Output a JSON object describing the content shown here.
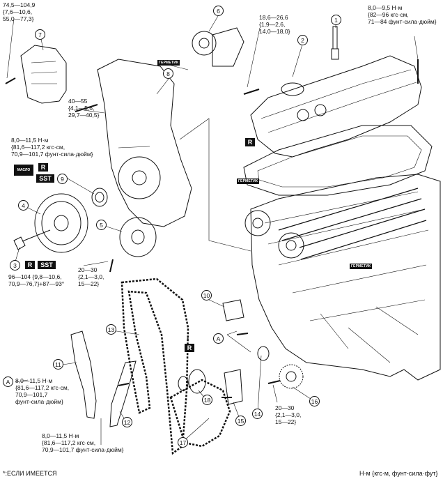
{
  "callouts": {
    "n1": "1",
    "n2": "2",
    "n3": "3",
    "n4": "4",
    "n5": "5",
    "n6": "6",
    "n7": "7",
    "n8": "8",
    "n9": "9",
    "n10": "10",
    "n11": "11",
    "n12": "12",
    "n13": "13",
    "n14": "14",
    "n15": "15",
    "n16": "16",
    "n17": "17",
    "n18": "18",
    "a1": "A",
    "a2": "A"
  },
  "torques": {
    "t_mount": "74,5—104,9\n{7,6—10,6,\n55,0—77,3}",
    "t_tensioner_bolt": "18,6—26,6\n{1,9—2,6,\n14,0—18,0}",
    "t_cover_top": "8,0—9,5 Н·м\n{82—96 кгс·см,\n71—84 фунт-сила·дюйм}",
    "t_front_bolt": "40—55\n{4,1—5,6,\n29,7—40,5}",
    "t_front_cover": "8,0—11,5 Н·м\n{81,6—117,2 кгс·см,\n70,9—101,7 фунт-сила·дюйм}",
    "t_pulley": "96—104 {9,8—10,6,\n70,9—76,7}+87—93°",
    "t_idler": "20—30\n{2,1—3,0,\n15—22}",
    "t_guide_a": "8,0—11,5 Н·м\n{81,6—117,2 кгс·см,\n70,9—101,7\nфунт-сила·дюйм}",
    "t_guide_12": "8,0—11,5 Н·м\n{81,6—117,2 кгс·см,\n70,9—101,7 фунт-сила·дюйм}",
    "t_sprocket": "20—30\n{2,1—3,0,\n15—22}"
  },
  "marks": {
    "r": "R",
    "sst": "SST",
    "star": "*",
    "sealant": "ГЕРМЕТИК",
    "oil_icon": "МАСЛО"
  },
  "footer": {
    "note": "*:ЕСЛИ ИМЕЕТСЯ",
    "units": "Н·м {кгс·м, фунт-сила·фут}"
  },
  "colors": {
    "line": "#111111",
    "background": "#ffffff",
    "label_box": "#111111"
  }
}
